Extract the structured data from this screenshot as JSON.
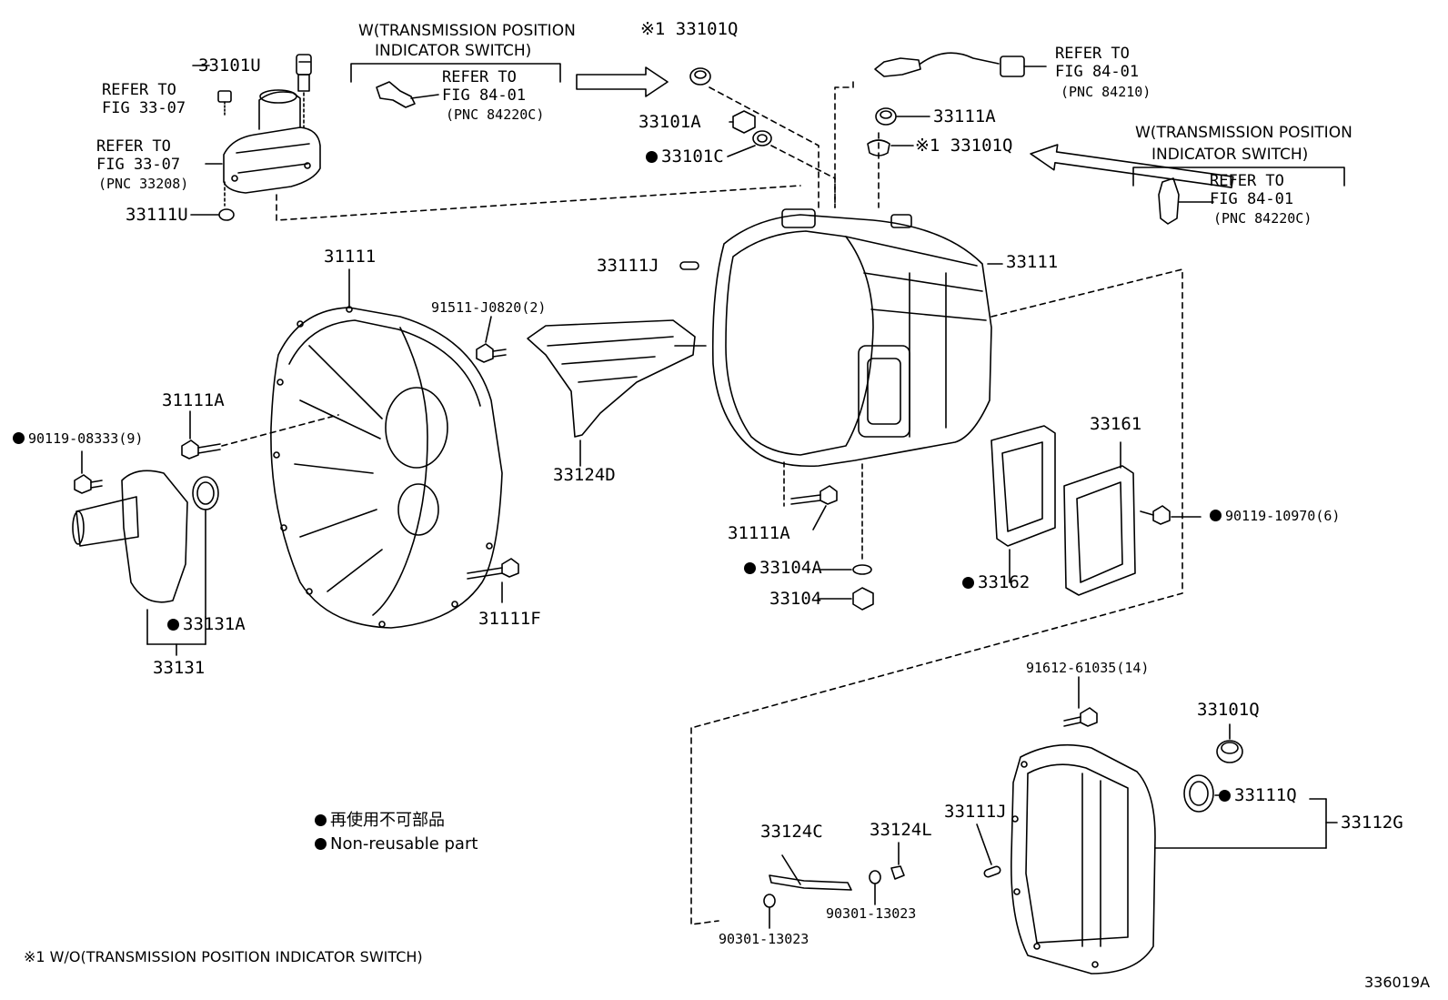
{
  "diagram_id": "336019A",
  "footnote": "※1 W/O(TRANSMISSION POSITION INDICATOR SWITCH)",
  "legend": {
    "jp": "再使用不可部品",
    "en": "Non-reusable part",
    "mark": "filled-circle"
  },
  "callouts": {
    "w_switch_1": "W(TRANSMISSION POSITION",
    "w_switch_2": "INDICATOR SWITCH)",
    "w_switch_ref_1": "REFER TO",
    "w_switch_ref_2": "FIG 84-01",
    "w_switch_ref_3": "(PNC 84220C)",
    "sensor_ref_1": "REFER TO",
    "sensor_ref_2": "FIG 84-01",
    "sensor_ref_3": "(PNC 84210)",
    "right_w_1": "W(TRANSMISSION POSITION",
    "right_w_2": "INDICATOR SWITCH)",
    "right_ref_1": "REFER TO",
    "right_ref_2": "FIG 84-01",
    "right_ref_3": "(PNC 84220C)",
    "left_ref_a_1": "REFER TO",
    "left_ref_a_2": "FIG 33-07",
    "left_ref_b_1": "REFER TO",
    "left_ref_b_2": "FIG 33-07",
    "left_ref_b_3": "(PNC 33208)"
  },
  "parts": {
    "p33101U": "33101U",
    "p33111U": "33111U",
    "p33101Q_x1_top": "※1 33101Q",
    "p33101A": "33101A",
    "p33101C": "33101C",
    "p33111A_top": "33111A",
    "p33101Q_x1_mid": "※1 33101Q",
    "p31111": "31111",
    "p91511": "91511-J0820(2)",
    "p33111J_top": "33111J",
    "p33111_case": "33111",
    "p31111A_left": "31111A",
    "p90119_08333": "90119-08333(9)",
    "p33124D": "33124D",
    "p33161": "33161",
    "p90119_10970": "90119-10970(6)",
    "p31111A_mid": "31111A",
    "p33104A": "33104A",
    "p33104": "33104",
    "p33162": "33162",
    "p31111F": "31111F",
    "p33131A": "33131A",
    "p33131": "33131",
    "p91612": "91612-61035(14)",
    "p33101Q_right": "33101Q",
    "p33111Q": "33111Q",
    "p33112G": "33112G",
    "p33111J_bottom": "33111J",
    "p33124C": "33124C",
    "p33124L": "33124L",
    "p90301_a": "90301-13023",
    "p90301_b": "90301-13023"
  }
}
